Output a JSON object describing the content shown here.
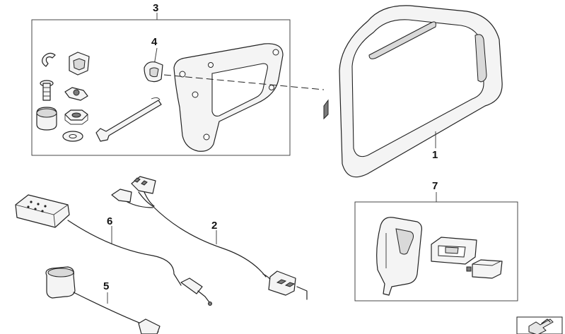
{
  "callouts": {
    "c1": "1",
    "c2": "2",
    "c3": "3",
    "c4": "4",
    "c5": "5",
    "c6": "6",
    "c7": "7"
  },
  "icons": {
    "corner": "page-corner-icon"
  },
  "colors": {
    "line": "#222222",
    "fill": "#f4f4f4"
  }
}
